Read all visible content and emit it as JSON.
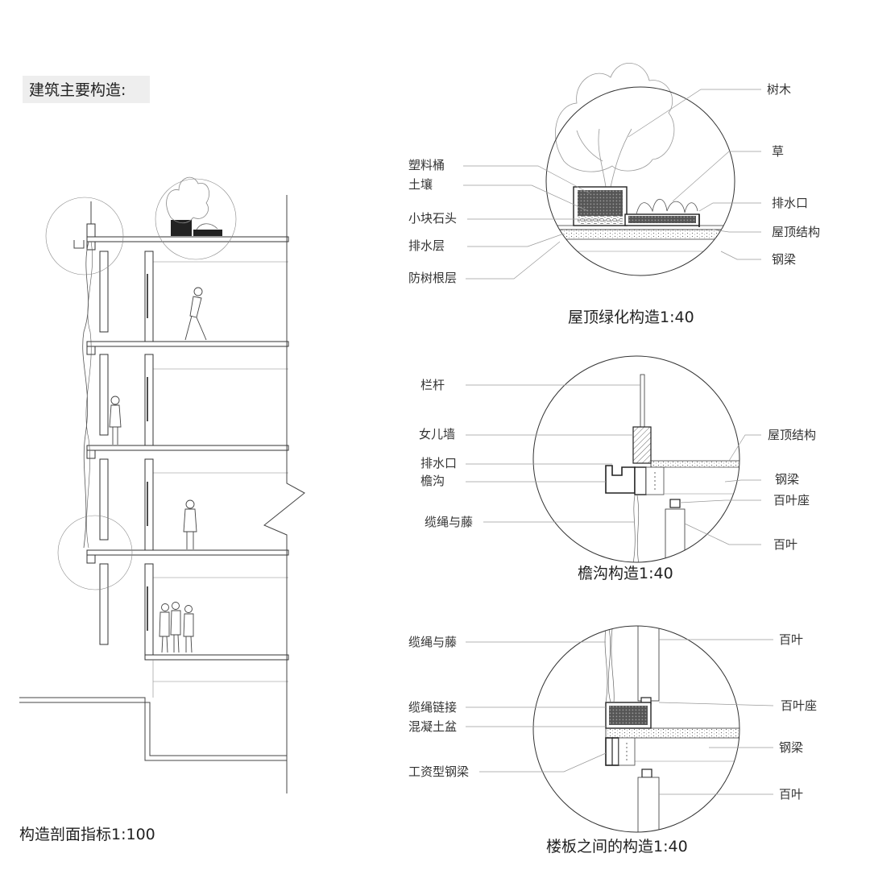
{
  "title": "建筑主要构造:",
  "section": {
    "caption": "构造剖面指标1:100"
  },
  "roof_detail": {
    "caption": "屋顶绿化构造1:40",
    "left_labels": [
      "塑料桶",
      "土壤",
      "小块石头",
      "排水层",
      "防树根层"
    ],
    "right_labels": [
      "树木",
      "草",
      "排水口",
      "屋顶结构",
      "钢梁"
    ]
  },
  "gutter_detail": {
    "caption": "檐沟构造1:40",
    "left_labels": [
      "栏杆",
      "女儿墙",
      "排水口",
      "檐沟",
      "缆绳与藤"
    ],
    "right_labels": [
      "屋顶结构",
      "钢梁",
      "百叶座",
      "百叶"
    ]
  },
  "floor_detail": {
    "caption": "楼板之间的构造1:40",
    "left_labels": [
      "缆绳与藤",
      "缆绳链接",
      "混凝土盆",
      "工资型钢梁"
    ],
    "right_labels": [
      "百叶",
      "百叶座",
      "钢梁",
      "百叶"
    ]
  },
  "colors": {
    "line": "#333333",
    "leader": "#9a9a9a",
    "title_bg": "#eeeeee"
  }
}
